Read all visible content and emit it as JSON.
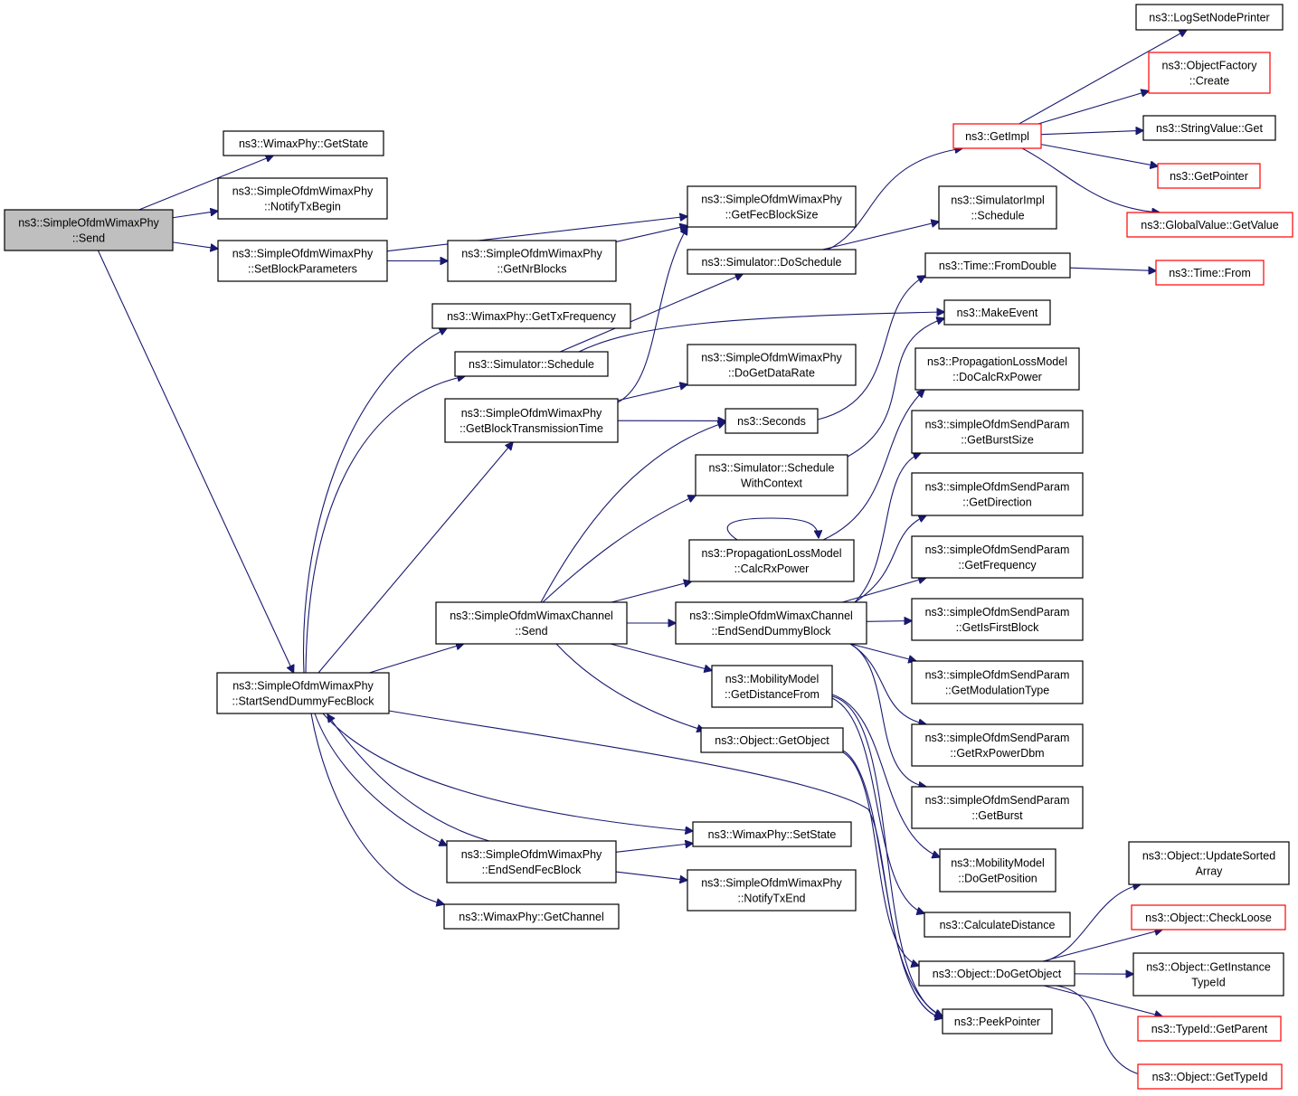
{
  "graph": {
    "nodes": [
      {
        "id": "send",
        "lines": [
          "ns3::SimpleOfdmWimaxPhy",
          "::Send"
        ],
        "style": "root"
      },
      {
        "id": "getstate",
        "lines": [
          "ns3::WimaxPhy::GetState"
        ],
        "style": "normal"
      },
      {
        "id": "notifytxbegin",
        "lines": [
          "ns3::SimpleOfdmWimaxPhy",
          "::NotifyTxBegin"
        ],
        "style": "normal"
      },
      {
        "id": "setblockparams",
        "lines": [
          "ns3::SimpleOfdmWimaxPhy",
          "::SetBlockParameters"
        ],
        "style": "normal"
      },
      {
        "id": "getfecblocksize",
        "lines": [
          "ns3::SimpleOfdmWimaxPhy",
          "::GetFecBlockSize"
        ],
        "style": "normal"
      },
      {
        "id": "getnrblocks",
        "lines": [
          "ns3::SimpleOfdmWimaxPhy",
          "::GetNrBlocks"
        ],
        "style": "normal"
      },
      {
        "id": "gettxfreq",
        "lines": [
          "ns3::WimaxPhy::GetTxFrequency"
        ],
        "style": "normal"
      },
      {
        "id": "simschedule",
        "lines": [
          "ns3::Simulator::Schedule"
        ],
        "style": "normal"
      },
      {
        "id": "getblocktxtime",
        "lines": [
          "ns3::SimpleOfdmWimaxPhy",
          "::GetBlockTransmissionTime"
        ],
        "style": "normal"
      },
      {
        "id": "doschedule",
        "lines": [
          "ns3::Simulator::DoSchedule"
        ],
        "style": "normal"
      },
      {
        "id": "dogetdatarate",
        "lines": [
          "ns3::SimpleOfdmWimaxPhy",
          "::DoGetDataRate"
        ],
        "style": "normal"
      },
      {
        "id": "seconds",
        "lines": [
          "ns3::Seconds"
        ],
        "style": "normal"
      },
      {
        "id": "schedwithctx",
        "lines": [
          "ns3::Simulator::Schedule",
          "WithContext"
        ],
        "style": "normal"
      },
      {
        "id": "calcrxpower",
        "lines": [
          "ns3::PropagationLossModel",
          "::CalcRxPower"
        ],
        "style": "normal"
      },
      {
        "id": "chansend",
        "lines": [
          "ns3::SimpleOfdmWimaxChannel",
          "::Send"
        ],
        "style": "normal"
      },
      {
        "id": "endsenddummy",
        "lines": [
          "ns3::SimpleOfdmWimaxChannel",
          "::EndSendDummyBlock"
        ],
        "style": "normal"
      },
      {
        "id": "getdistfrom",
        "lines": [
          "ns3::MobilityModel",
          "::GetDistanceFrom"
        ],
        "style": "normal"
      },
      {
        "id": "getobject",
        "lines": [
          "ns3::Object::GetObject"
        ],
        "style": "normal"
      },
      {
        "id": "startsenddummy",
        "lines": [
          "ns3::SimpleOfdmWimaxPhy",
          "::StartSendDummyFecBlock"
        ],
        "style": "normal"
      },
      {
        "id": "setstate",
        "lines": [
          "ns3::WimaxPhy::SetState"
        ],
        "style": "normal"
      },
      {
        "id": "endsendfec",
        "lines": [
          "ns3::SimpleOfdmWimaxPhy",
          "::EndSendFecBlock"
        ],
        "style": "normal"
      },
      {
        "id": "notifytxend",
        "lines": [
          "ns3::SimpleOfdmWimaxPhy",
          "::NotifyTxEnd"
        ],
        "style": "normal"
      },
      {
        "id": "getchannel",
        "lines": [
          "ns3::WimaxPhy::GetChannel"
        ],
        "style": "normal"
      },
      {
        "id": "logsetnodeprinter",
        "lines": [
          "ns3::LogSetNodePrinter"
        ],
        "style": "normal"
      },
      {
        "id": "objfactorycreate",
        "lines": [
          "ns3::ObjectFactory",
          "::Create"
        ],
        "style": "red"
      },
      {
        "id": "getimpl",
        "lines": [
          "ns3::GetImpl"
        ],
        "style": "red"
      },
      {
        "id": "stringvalueget",
        "lines": [
          "ns3::StringValue::Get"
        ],
        "style": "normal"
      },
      {
        "id": "getpointer",
        "lines": [
          "ns3::GetPointer"
        ],
        "style": "red"
      },
      {
        "id": "globalvalueget",
        "lines": [
          "ns3::GlobalValue::GetValue"
        ],
        "style": "red"
      },
      {
        "id": "simimplschedule",
        "lines": [
          "ns3::SimulatorImpl",
          "::Schedule"
        ],
        "style": "normal"
      },
      {
        "id": "timefromdouble",
        "lines": [
          "ns3::Time::FromDouble"
        ],
        "style": "normal"
      },
      {
        "id": "timefrom",
        "lines": [
          "ns3::Time::From"
        ],
        "style": "red"
      },
      {
        "id": "makeevent",
        "lines": [
          "ns3::MakeEvent"
        ],
        "style": "normal"
      },
      {
        "id": "docalcrxpower",
        "lines": [
          "ns3::PropagationLossModel",
          "::DoCalcRxPower"
        ],
        "style": "normal"
      },
      {
        "id": "getburstsize",
        "lines": [
          "ns3::simpleOfdmSendParam",
          "::GetBurstSize"
        ],
        "style": "normal"
      },
      {
        "id": "getdirection",
        "lines": [
          "ns3::simpleOfdmSendParam",
          "::GetDirection"
        ],
        "style": "normal"
      },
      {
        "id": "getfrequency",
        "lines": [
          "ns3::simpleOfdmSendParam",
          "::GetFrequency"
        ],
        "style": "normal"
      },
      {
        "id": "getisfirstblock",
        "lines": [
          "ns3::simpleOfdmSendParam",
          "::GetIsFirstBlock"
        ],
        "style": "normal"
      },
      {
        "id": "getmodtype",
        "lines": [
          "ns3::simpleOfdmSendParam",
          "::GetModulationType"
        ],
        "style": "normal"
      },
      {
        "id": "getrxpowerdbm",
        "lines": [
          "ns3::simpleOfdmSendParam",
          "::GetRxPowerDbm"
        ],
        "style": "normal"
      },
      {
        "id": "getburst",
        "lines": [
          "ns3::simpleOfdmSendParam",
          "::GetBurst"
        ],
        "style": "normal"
      },
      {
        "id": "dogetposition",
        "lines": [
          "ns3::MobilityModel",
          "::DoGetPosition"
        ],
        "style": "normal"
      },
      {
        "id": "calcdistance",
        "lines": [
          "ns3::CalculateDistance"
        ],
        "style": "normal"
      },
      {
        "id": "dogetobject",
        "lines": [
          "ns3::Object::DoGetObject"
        ],
        "style": "normal"
      },
      {
        "id": "peekpointer",
        "lines": [
          "ns3::PeekPointer"
        ],
        "style": "normal"
      },
      {
        "id": "updatesorted",
        "lines": [
          "ns3::Object::UpdateSorted",
          "Array"
        ],
        "style": "normal"
      },
      {
        "id": "checkloose",
        "lines": [
          "ns3::Object::CheckLoose"
        ],
        "style": "red"
      },
      {
        "id": "getinstancetypeid",
        "lines": [
          "ns3::Object::GetInstance",
          "TypeId"
        ],
        "style": "normal"
      },
      {
        "id": "typeidgetparent",
        "lines": [
          "ns3::TypeId::GetParent"
        ],
        "style": "red"
      },
      {
        "id": "objgettypeid",
        "lines": [
          "ns3::Object::GetTypeId"
        ],
        "style": "red"
      }
    ],
    "edges": [
      [
        "send",
        "getstate"
      ],
      [
        "send",
        "notifytxbegin"
      ],
      [
        "send",
        "setblockparams"
      ],
      [
        "send",
        "startsenddummy"
      ],
      [
        "setblockparams",
        "getfecblocksize"
      ],
      [
        "setblockparams",
        "getnrblocks"
      ],
      [
        "getnrblocks",
        "getfecblocksize"
      ],
      [
        "startsenddummy",
        "gettxfreq"
      ],
      [
        "startsenddummy",
        "simschedule"
      ],
      [
        "startsenddummy",
        "getblocktxtime"
      ],
      [
        "startsenddummy",
        "chansend"
      ],
      [
        "startsenddummy",
        "setstate"
      ],
      [
        "startsenddummy",
        "endsendfec"
      ],
      [
        "startsenddummy",
        "getchannel"
      ],
      [
        "startsenddummy",
        "peekpointer"
      ],
      [
        "simschedule",
        "doschedule"
      ],
      [
        "simschedule",
        "makeevent"
      ],
      [
        "getblocktxtime",
        "getfecblocksize"
      ],
      [
        "getblocktxtime",
        "dogetdatarate"
      ],
      [
        "getblocktxtime",
        "seconds"
      ],
      [
        "doschedule",
        "getimpl"
      ],
      [
        "doschedule",
        "simimplschedule"
      ],
      [
        "seconds",
        "timefromdouble"
      ],
      [
        "timefromdouble",
        "timefrom"
      ],
      [
        "getimpl",
        "logsetnodeprinter"
      ],
      [
        "getimpl",
        "objfactorycreate"
      ],
      [
        "getimpl",
        "stringvalueget"
      ],
      [
        "getimpl",
        "getpointer"
      ],
      [
        "getimpl",
        "globalvalueget"
      ],
      [
        "chansend",
        "seconds"
      ],
      [
        "chansend",
        "schedwithctx"
      ],
      [
        "chansend",
        "calcrxpower"
      ],
      [
        "chansend",
        "endsenddummy"
      ],
      [
        "chansend",
        "getdistfrom"
      ],
      [
        "chansend",
        "getobject"
      ],
      [
        "schedwithctx",
        "makeevent"
      ],
      [
        "calcrxpower",
        "calcrxpower"
      ],
      [
        "calcrxpower",
        "docalcrxpower"
      ],
      [
        "endsenddummy",
        "getburstsize"
      ],
      [
        "endsenddummy",
        "getdirection"
      ],
      [
        "endsenddummy",
        "getfrequency"
      ],
      [
        "endsenddummy",
        "getisfirstblock"
      ],
      [
        "endsenddummy",
        "getmodtype"
      ],
      [
        "endsenddummy",
        "getrxpowerdbm"
      ],
      [
        "endsenddummy",
        "getburst"
      ],
      [
        "getdistfrom",
        "dogetposition"
      ],
      [
        "getdistfrom",
        "calcdistance"
      ],
      [
        "getdistfrom",
        "peekpointer"
      ],
      [
        "getobject",
        "dogetobject"
      ],
      [
        "getobject",
        "peekpointer"
      ],
      [
        "endsendfec",
        "setstate"
      ],
      [
        "endsendfec",
        "notifytxend"
      ],
      [
        "endsendfec",
        "startsenddummy"
      ],
      [
        "dogetobject",
        "updatesorted"
      ],
      [
        "dogetobject",
        "checkloose"
      ],
      [
        "dogetobject",
        "getinstancetypeid"
      ],
      [
        "dogetobject",
        "typeidgetparent"
      ],
      [
        "dogetobject",
        "objgettypeid"
      ]
    ]
  },
  "colors": {
    "edge": "#191970",
    "root_fill": "#bfbfbf",
    "red_border": "#ff0000",
    "node_border": "#000000"
  }
}
